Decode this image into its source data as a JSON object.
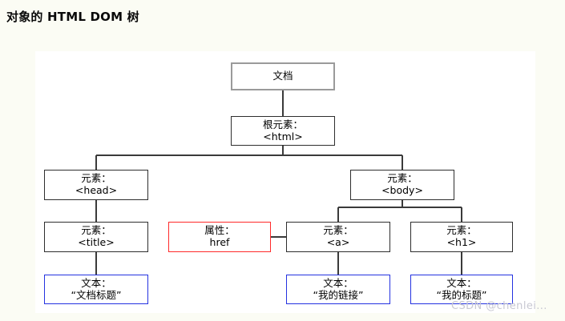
{
  "page": {
    "title": "对象的 HTML DOM 树",
    "background_color": "#fbfcf4",
    "canvas_color": "#ffffff"
  },
  "colors": {
    "document_border": "#9a9a9a",
    "element_border": "#2e2e2e",
    "attribute_border": "#ff2a2a",
    "text_border": "#2432e0",
    "connector": "#3a3a3a"
  },
  "watermark": {
    "label": "CSDN @chenlei..."
  },
  "diagram": {
    "type": "tree",
    "nodes": [
      {
        "id": "document",
        "line1": "文档",
        "line2": "",
        "kind": "document",
        "border": "#9a9a9a"
      },
      {
        "id": "html",
        "line1": "根元素：",
        "line2": "<html>",
        "kind": "element",
        "border": "#2e2e2e"
      },
      {
        "id": "head",
        "line1": "元素：",
        "line2": "<head>",
        "kind": "element",
        "border": "#2e2e2e"
      },
      {
        "id": "body",
        "line1": "元素：",
        "line2": "<body>",
        "kind": "element",
        "border": "#2e2e2e"
      },
      {
        "id": "title",
        "line1": "元素：",
        "line2": "<title>",
        "kind": "element",
        "border": "#2e2e2e"
      },
      {
        "id": "href",
        "line1": "属性：",
        "line2": "href",
        "kind": "attribute",
        "border": "#ff2a2a"
      },
      {
        "id": "a",
        "line1": "元素：",
        "line2": "<a>",
        "kind": "element",
        "border": "#2e2e2e"
      },
      {
        "id": "h1",
        "line1": "元素：",
        "line2": "<h1>",
        "kind": "element",
        "border": "#2e2e2e"
      },
      {
        "id": "text1",
        "line1": "文本：",
        "line2": "“文档标题”",
        "kind": "text",
        "border": "#2432e0"
      },
      {
        "id": "text2",
        "line1": "文本：",
        "line2": "“我的链接”",
        "kind": "text",
        "border": "#2432e0"
      },
      {
        "id": "text3",
        "line1": "文本：",
        "line2": "“我的标题”",
        "kind": "text",
        "border": "#2432e0"
      }
    ],
    "edges": [
      {
        "from": "document",
        "to": "html"
      },
      {
        "from": "html",
        "to": "head"
      },
      {
        "from": "html",
        "to": "body"
      },
      {
        "from": "head",
        "to": "title"
      },
      {
        "from": "title",
        "to": "text1"
      },
      {
        "from": "body",
        "to": "a"
      },
      {
        "from": "body",
        "to": "h1"
      },
      {
        "from": "href",
        "to": "a"
      },
      {
        "from": "a",
        "to": "text2"
      },
      {
        "from": "h1",
        "to": "text3"
      }
    ]
  }
}
